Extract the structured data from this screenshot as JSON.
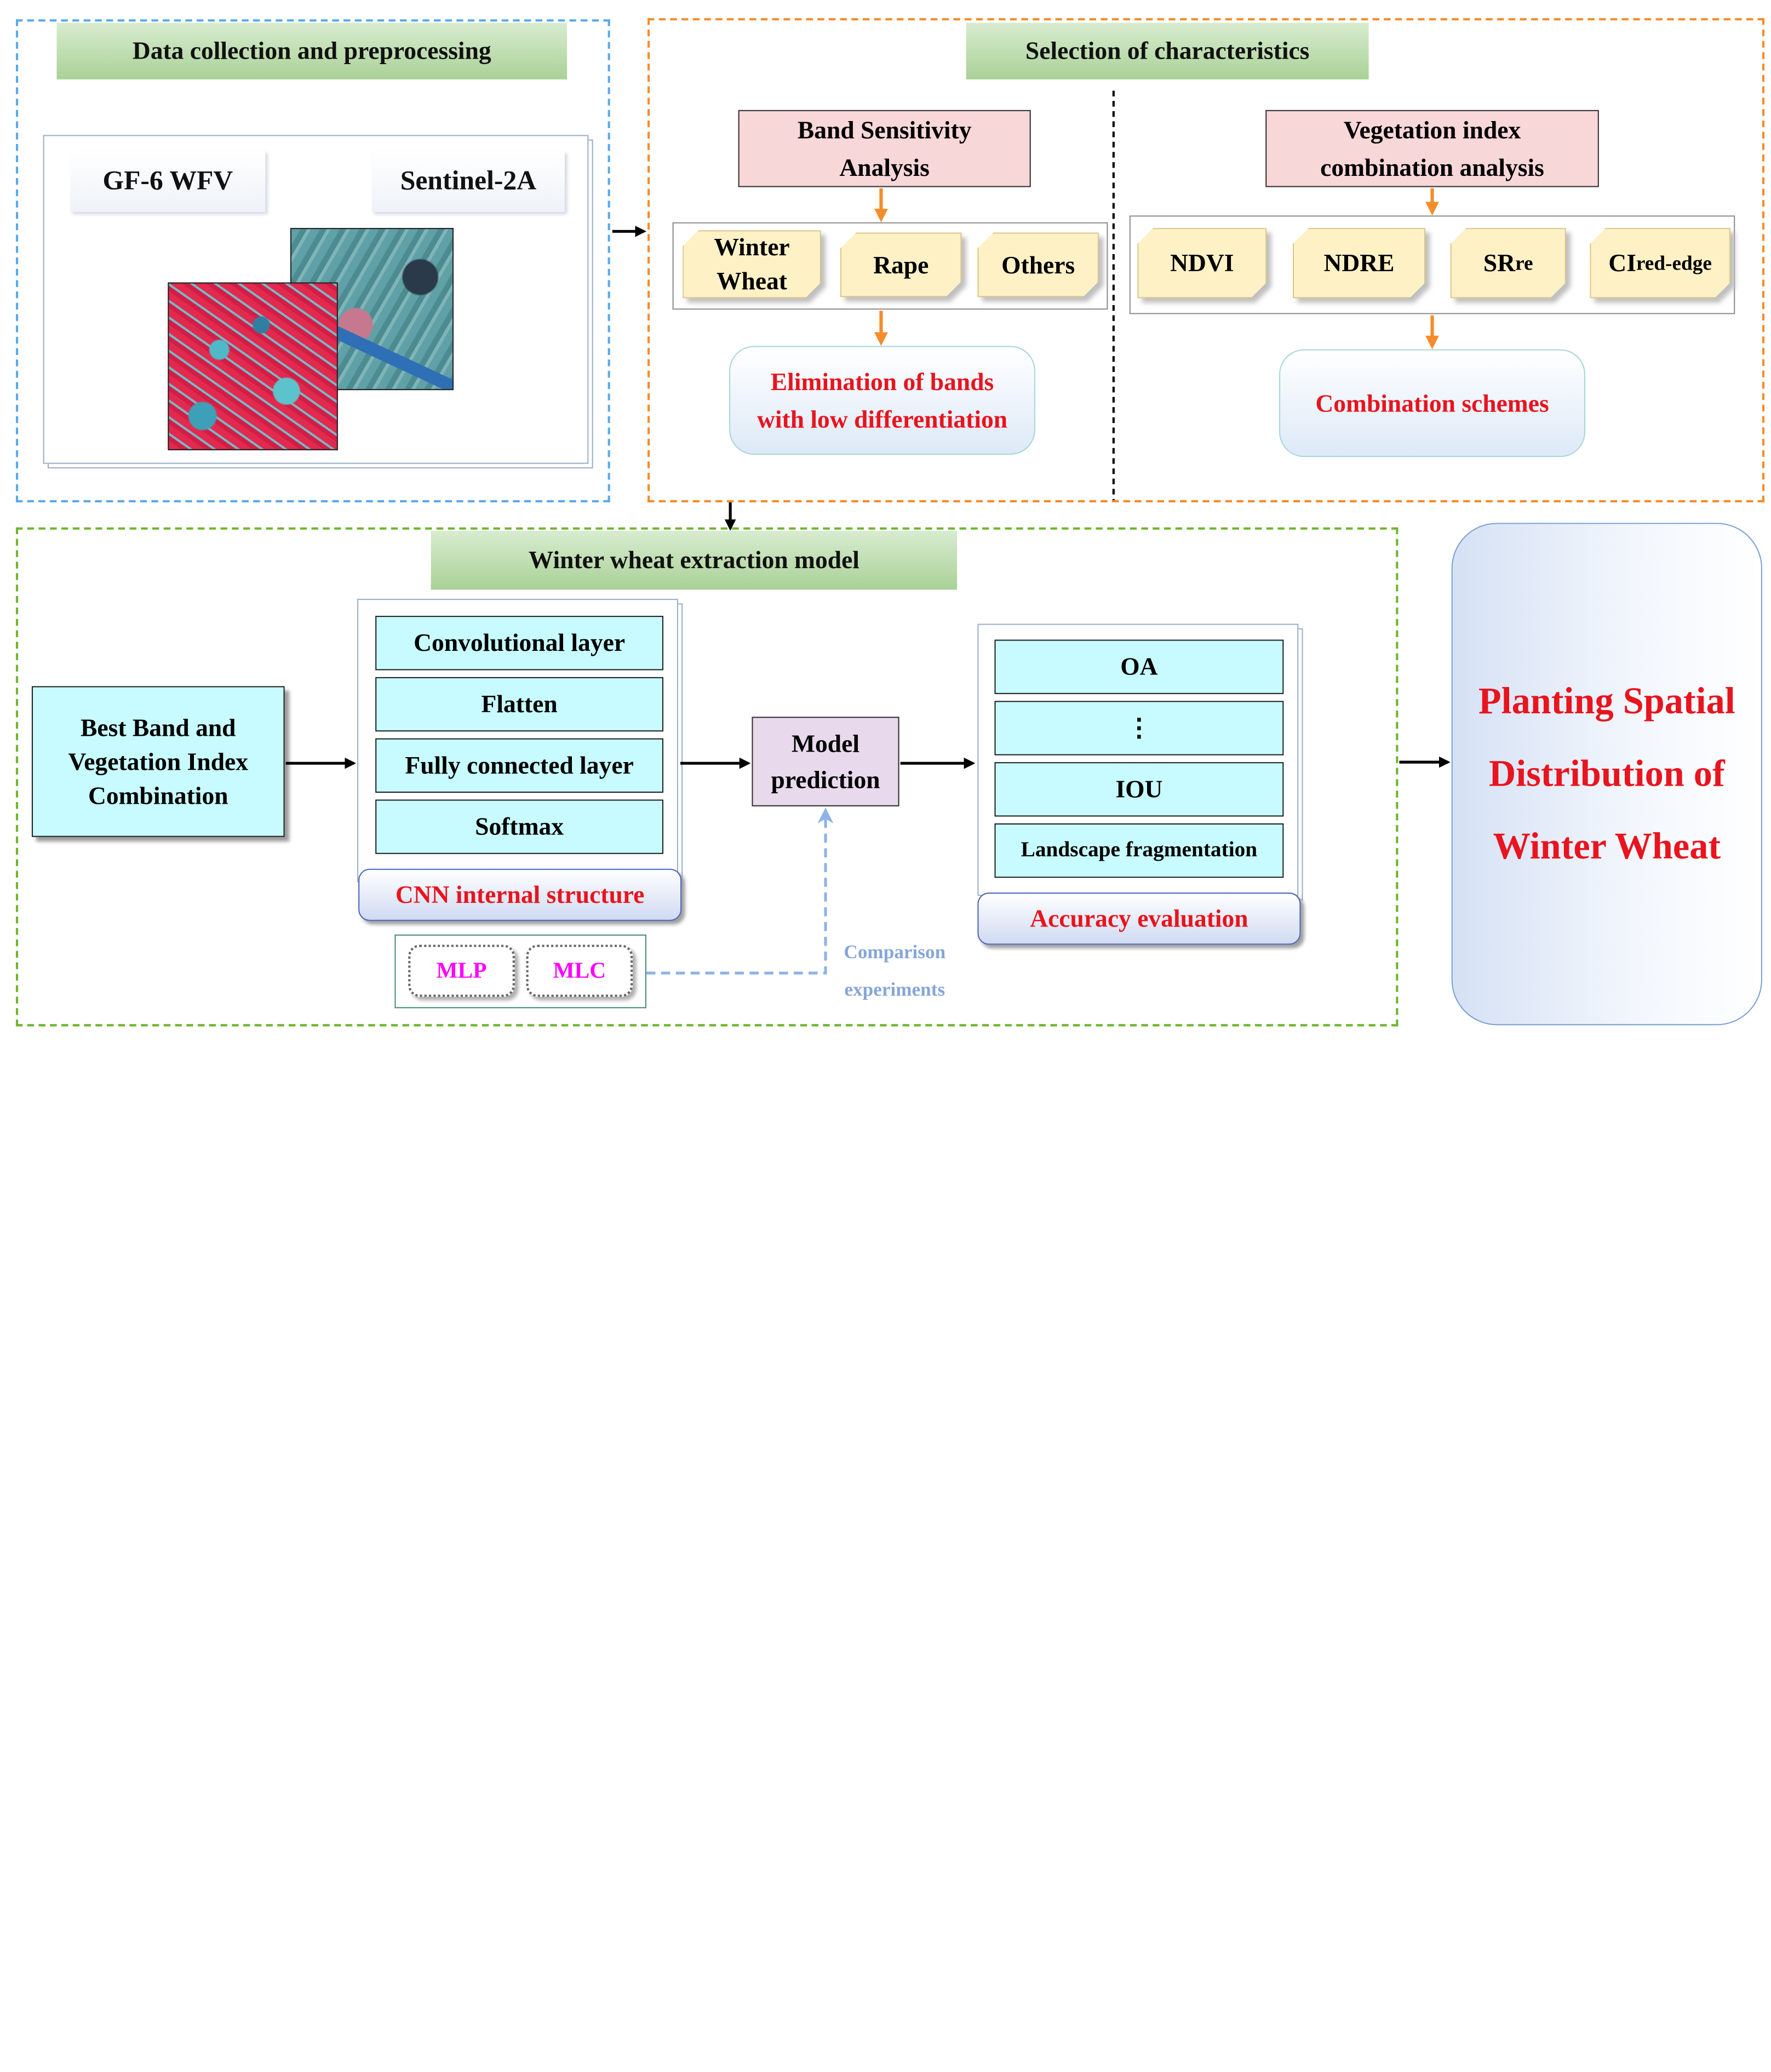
{
  "data_collection": {
    "title": "Data collection and preprocessing",
    "sensor_left": "GF-6 WFV",
    "sensor_right": "Sentinel-2A"
  },
  "selection": {
    "title": "Selection of characteristics",
    "band_analysis": {
      "title_line1": "Band Sensitivity",
      "title_line2": "Analysis",
      "classes": [
        {
          "line1": "Winter",
          "line2": "Wheat"
        },
        {
          "line1": "Rape",
          "line2": ""
        },
        {
          "line1": "Others",
          "line2": ""
        }
      ],
      "result_line1": "Elimination of bands",
      "result_line2": "with low differentiation"
    },
    "vi_analysis": {
      "title_line1": "Vegetation index",
      "title_line2": "combination analysis",
      "indices": [
        {
          "base": "NDVI",
          "sub": ""
        },
        {
          "base": "NDRE",
          "sub": ""
        },
        {
          "base": "SR",
          "sub": "re"
        },
        {
          "base": "CI",
          "sub": "red-edge"
        }
      ],
      "result": "Combination schemes"
    }
  },
  "model": {
    "title": "Winter wheat extraction model",
    "input_line1": "Best Band and",
    "input_line2": "Vegetation Index",
    "input_line3": "Combination",
    "cnn_layers": [
      "Convolutional layer",
      "Flatten",
      "Fully connected layer",
      "Softmax"
    ],
    "cnn_label": "CNN internal structure",
    "prediction_line1": "Model",
    "prediction_line2": "prediction",
    "accuracy_items": [
      "OA",
      "⋮",
      "IOU",
      "Landscape fragmentation"
    ],
    "accuracy_label": "Accuracy evaluation",
    "comparison_models": [
      "MLP",
      "MLC"
    ],
    "comparison_line1": "Comparison",
    "comparison_line2": "experiments"
  },
  "output": {
    "line1": "Planting Spatial",
    "line2": "Distribution of",
    "line3": "Winter Wheat"
  },
  "colors": {
    "blue_dash": "#5aa9ec",
    "orange_dash": "#f58c2a",
    "green_dash": "#6fb52f",
    "highlight_red": "#e8141e",
    "cnn_cyan": "#c7fbff",
    "comparison_magenta": "#ff00ff"
  }
}
